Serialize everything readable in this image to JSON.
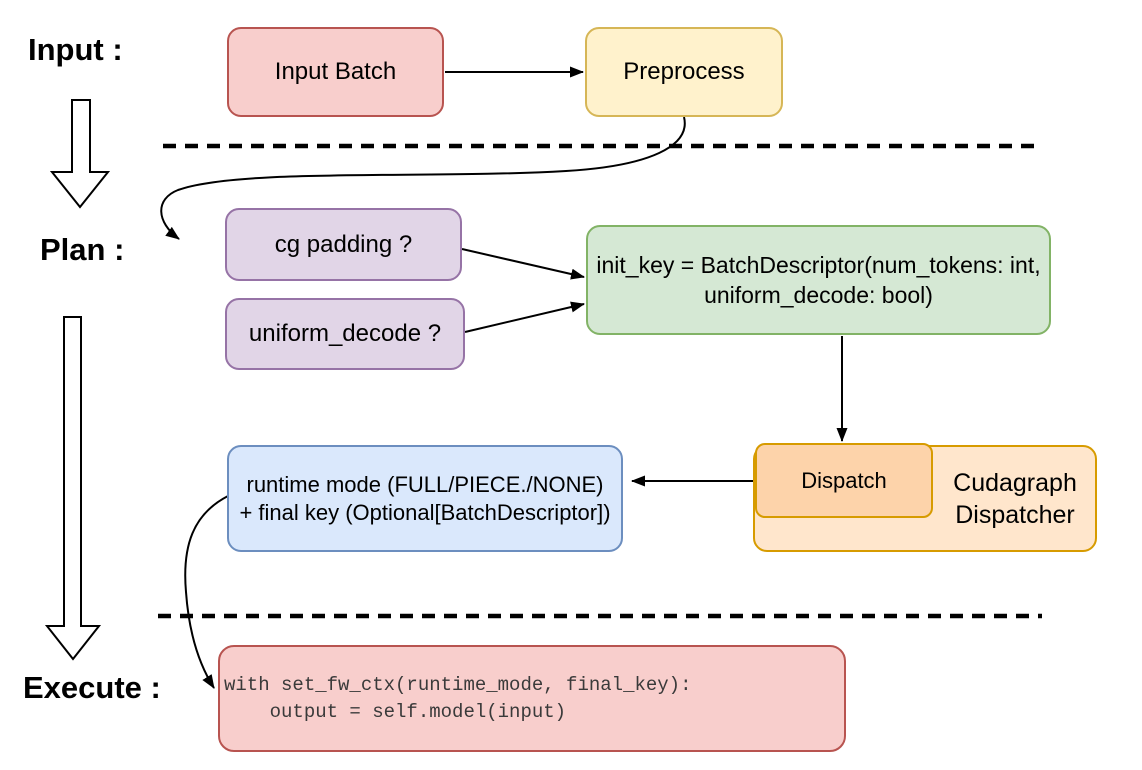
{
  "stages": {
    "input": "Input :",
    "plan": "Plan :",
    "execute": "Execute :"
  },
  "nodes": {
    "input_batch": {
      "label": "Input Batch"
    },
    "preprocess": {
      "label": "Preprocess"
    },
    "cg_padding": {
      "label": "cg padding ?"
    },
    "uniform_decode": {
      "label": "uniform_decode ?"
    },
    "init_key": {
      "line1": "init_key = BatchDescriptor(num_tokens: int,",
      "line2": "uniform_decode: bool)"
    },
    "dispatch": {
      "label": "Dispatch"
    },
    "cudagraph_dispatcher": {
      "line1": "Cudagraph",
      "line2": "Dispatcher"
    },
    "runtime_result": {
      "line1": "runtime mode (FULL/PIECE./NONE)",
      "line2": "+ final key (Optional[BatchDescriptor])"
    },
    "execute_code": {
      "line1": "with set_fw_ctx(runtime_mode, final_key):",
      "line2": "    output = self.model(input)"
    }
  },
  "colors": {
    "red_fill": "#f8cecc",
    "red_stroke": "#b85450",
    "yellow_fill": "#fff2cc",
    "yellow_stroke": "#d6b656",
    "purple_fill": "#e1d5e7",
    "purple_stroke": "#9673a6",
    "green_fill": "#d5e8d4",
    "green_stroke": "#82b366",
    "orange_fill": "#ffe6cc",
    "orange_inner_fill": "#fdd3aa",
    "orange_stroke": "#d79b00",
    "blue_fill": "#dae8fc",
    "blue_stroke": "#6c8ebf",
    "connector": "#000000"
  }
}
